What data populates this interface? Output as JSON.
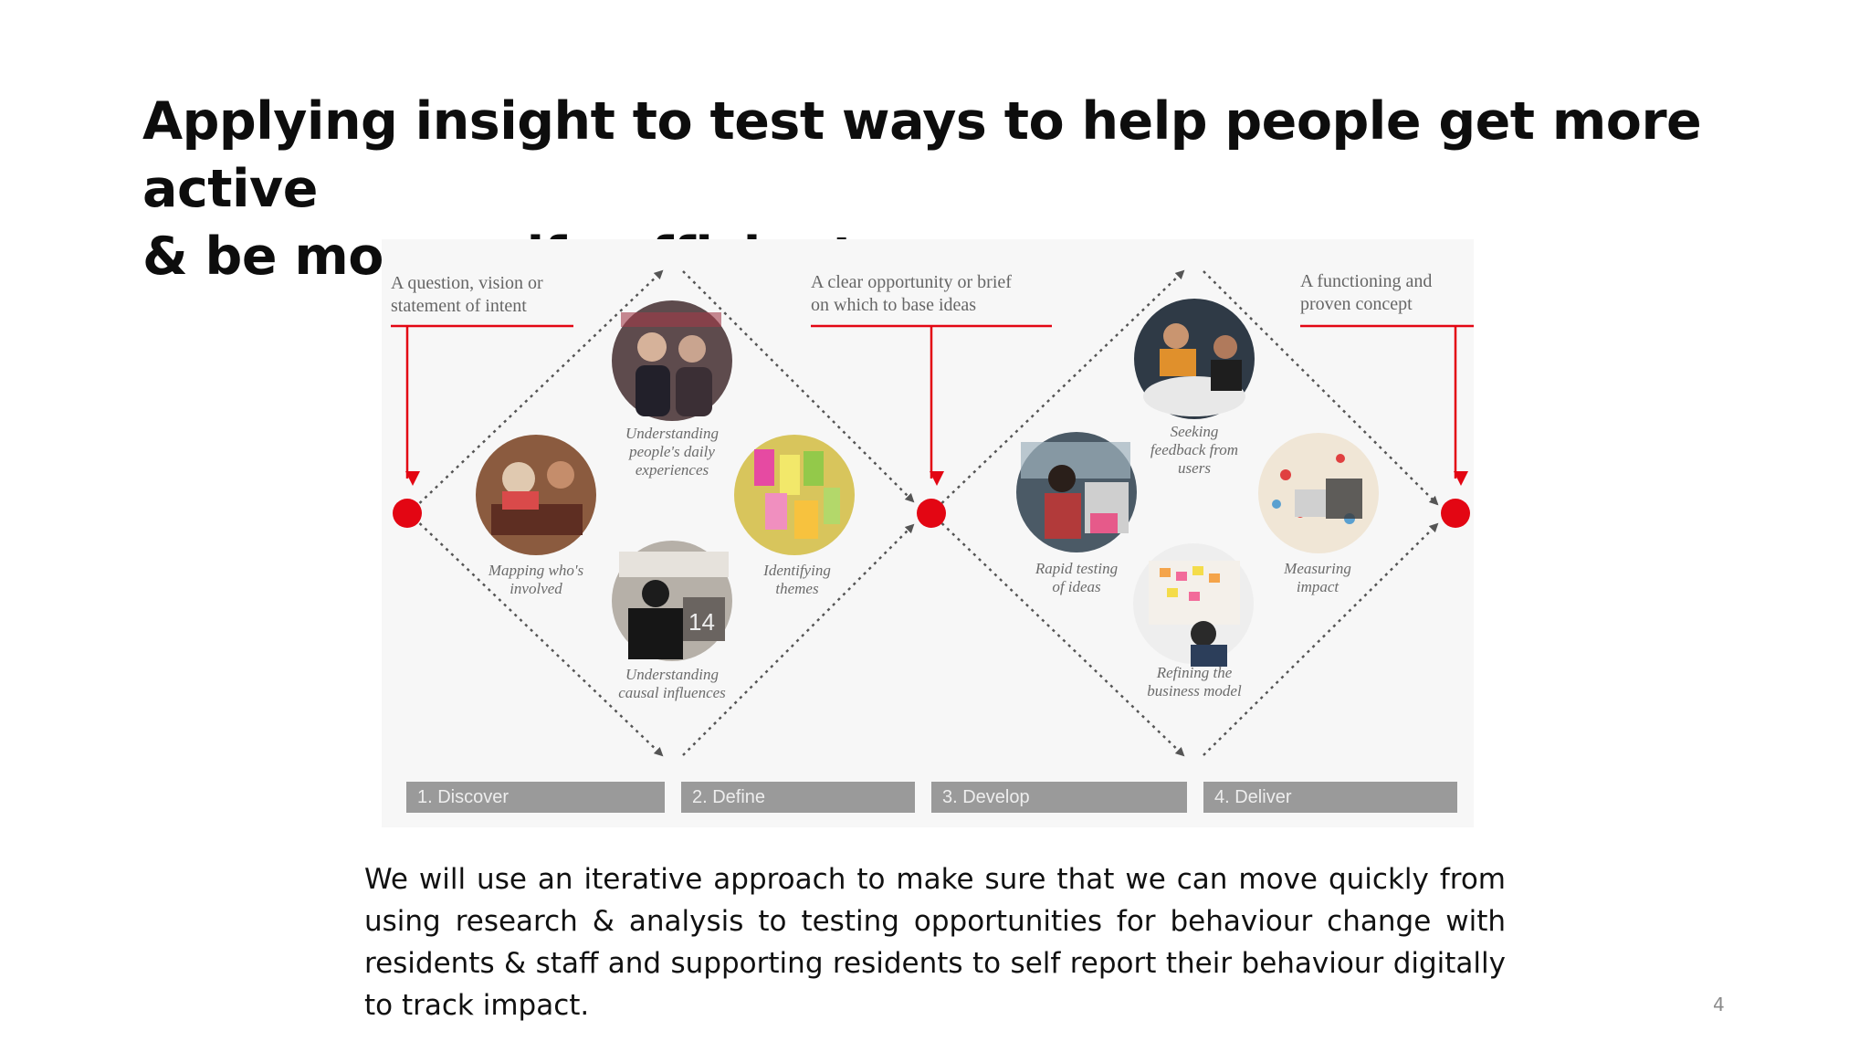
{
  "slide": {
    "title_line1": "Applying insight to test ways to help people get more active",
    "title_line2": "& be more self sufficient",
    "body": "We will use an iterative approach to make sure that we can move quickly from using research & analysis to testing opportunities for behaviour change with residents & staff and supporting residents to self report their behaviour digitally to track impact.",
    "page_number": "4"
  },
  "diagram": {
    "milestones": [
      {
        "line1": "A question, vision or",
        "line2": "statement of intent"
      },
      {
        "line1": "A clear opportunity or brief",
        "line2": "on which to base ideas"
      },
      {
        "line1": "A functioning and",
        "line2": "proven concept"
      }
    ],
    "activities": [
      {
        "line1": "Understanding",
        "line2": "people's daily",
        "line3": "experiences"
      },
      {
        "line1": "Mapping who's",
        "line2": "involved"
      },
      {
        "line1": "Identifying",
        "line2": "themes"
      },
      {
        "line1": "Understanding",
        "line2": "causal influences"
      },
      {
        "line1": "Seeking",
        "line2": "feedback from",
        "line3": "users"
      },
      {
        "line1": "Rapid testing",
        "line2": "of ideas"
      },
      {
        "line1": "Measuring",
        "line2": "impact"
      },
      {
        "line1": "Refining the",
        "line2": "business model"
      }
    ],
    "stages": [
      "1. Discover",
      "2. Define",
      "3. Develop",
      "4. Deliver"
    ]
  },
  "colors": {
    "accent": "#e30613",
    "stage_bar": "#9a9a9a",
    "title": "#0d0d0d"
  }
}
